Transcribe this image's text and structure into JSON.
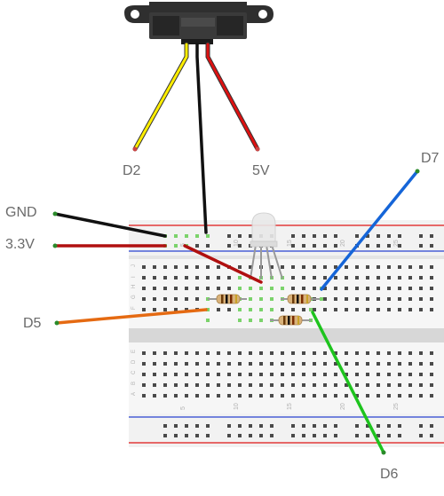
{
  "sensor": {
    "name": "distance sensor"
  },
  "labels": {
    "d2": "D2",
    "v5": "5V",
    "d7": "D7",
    "gnd": "GND",
    "v33": "3.3V",
    "d5": "D5",
    "d6": "D6"
  },
  "breadboard": {
    "column_numbers": [
      "5",
      "10",
      "15",
      "20",
      "25"
    ],
    "row_letters_top": [
      "J",
      "I",
      "H",
      "G",
      "F"
    ],
    "row_letters_bottom": [
      "E",
      "D",
      "C",
      "B",
      "A"
    ]
  },
  "colors": {
    "yellow_wire": "#ffee00",
    "black_wire": "#111111",
    "red_wire": "#dd1111",
    "dark_red_wire": "#b01010",
    "blue_wire": "#1565d8",
    "orange_wire": "#e56a12",
    "green_wire": "#1ec41e",
    "rail_red": "#e23a3a",
    "rail_blue": "#4a5fd6",
    "green_hole": "#7bd36b"
  },
  "components": {
    "led": "rgb-led",
    "resistors": [
      "resistor-1",
      "resistor-2",
      "resistor-3"
    ]
  }
}
